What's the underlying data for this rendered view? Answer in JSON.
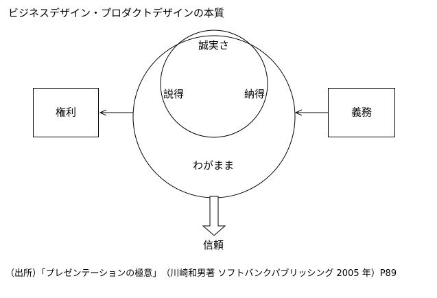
{
  "title": "ビジネスデザイン・プロダクトデザインの本質",
  "diagram": {
    "inner_top": "誠実さ",
    "inner_left": "説得",
    "inner_right": "納得",
    "outer_label": "わがまま",
    "left_box": "権利",
    "right_box": "義務",
    "bottom_label": "信頼"
  },
  "caption": "（出所）「プレゼンテーションの極意」　（川崎和男著 ソフトバンクパブリッシング 2005 年）P89",
  "colors": {
    "line": "#000000",
    "background": "#ffffff"
  }
}
